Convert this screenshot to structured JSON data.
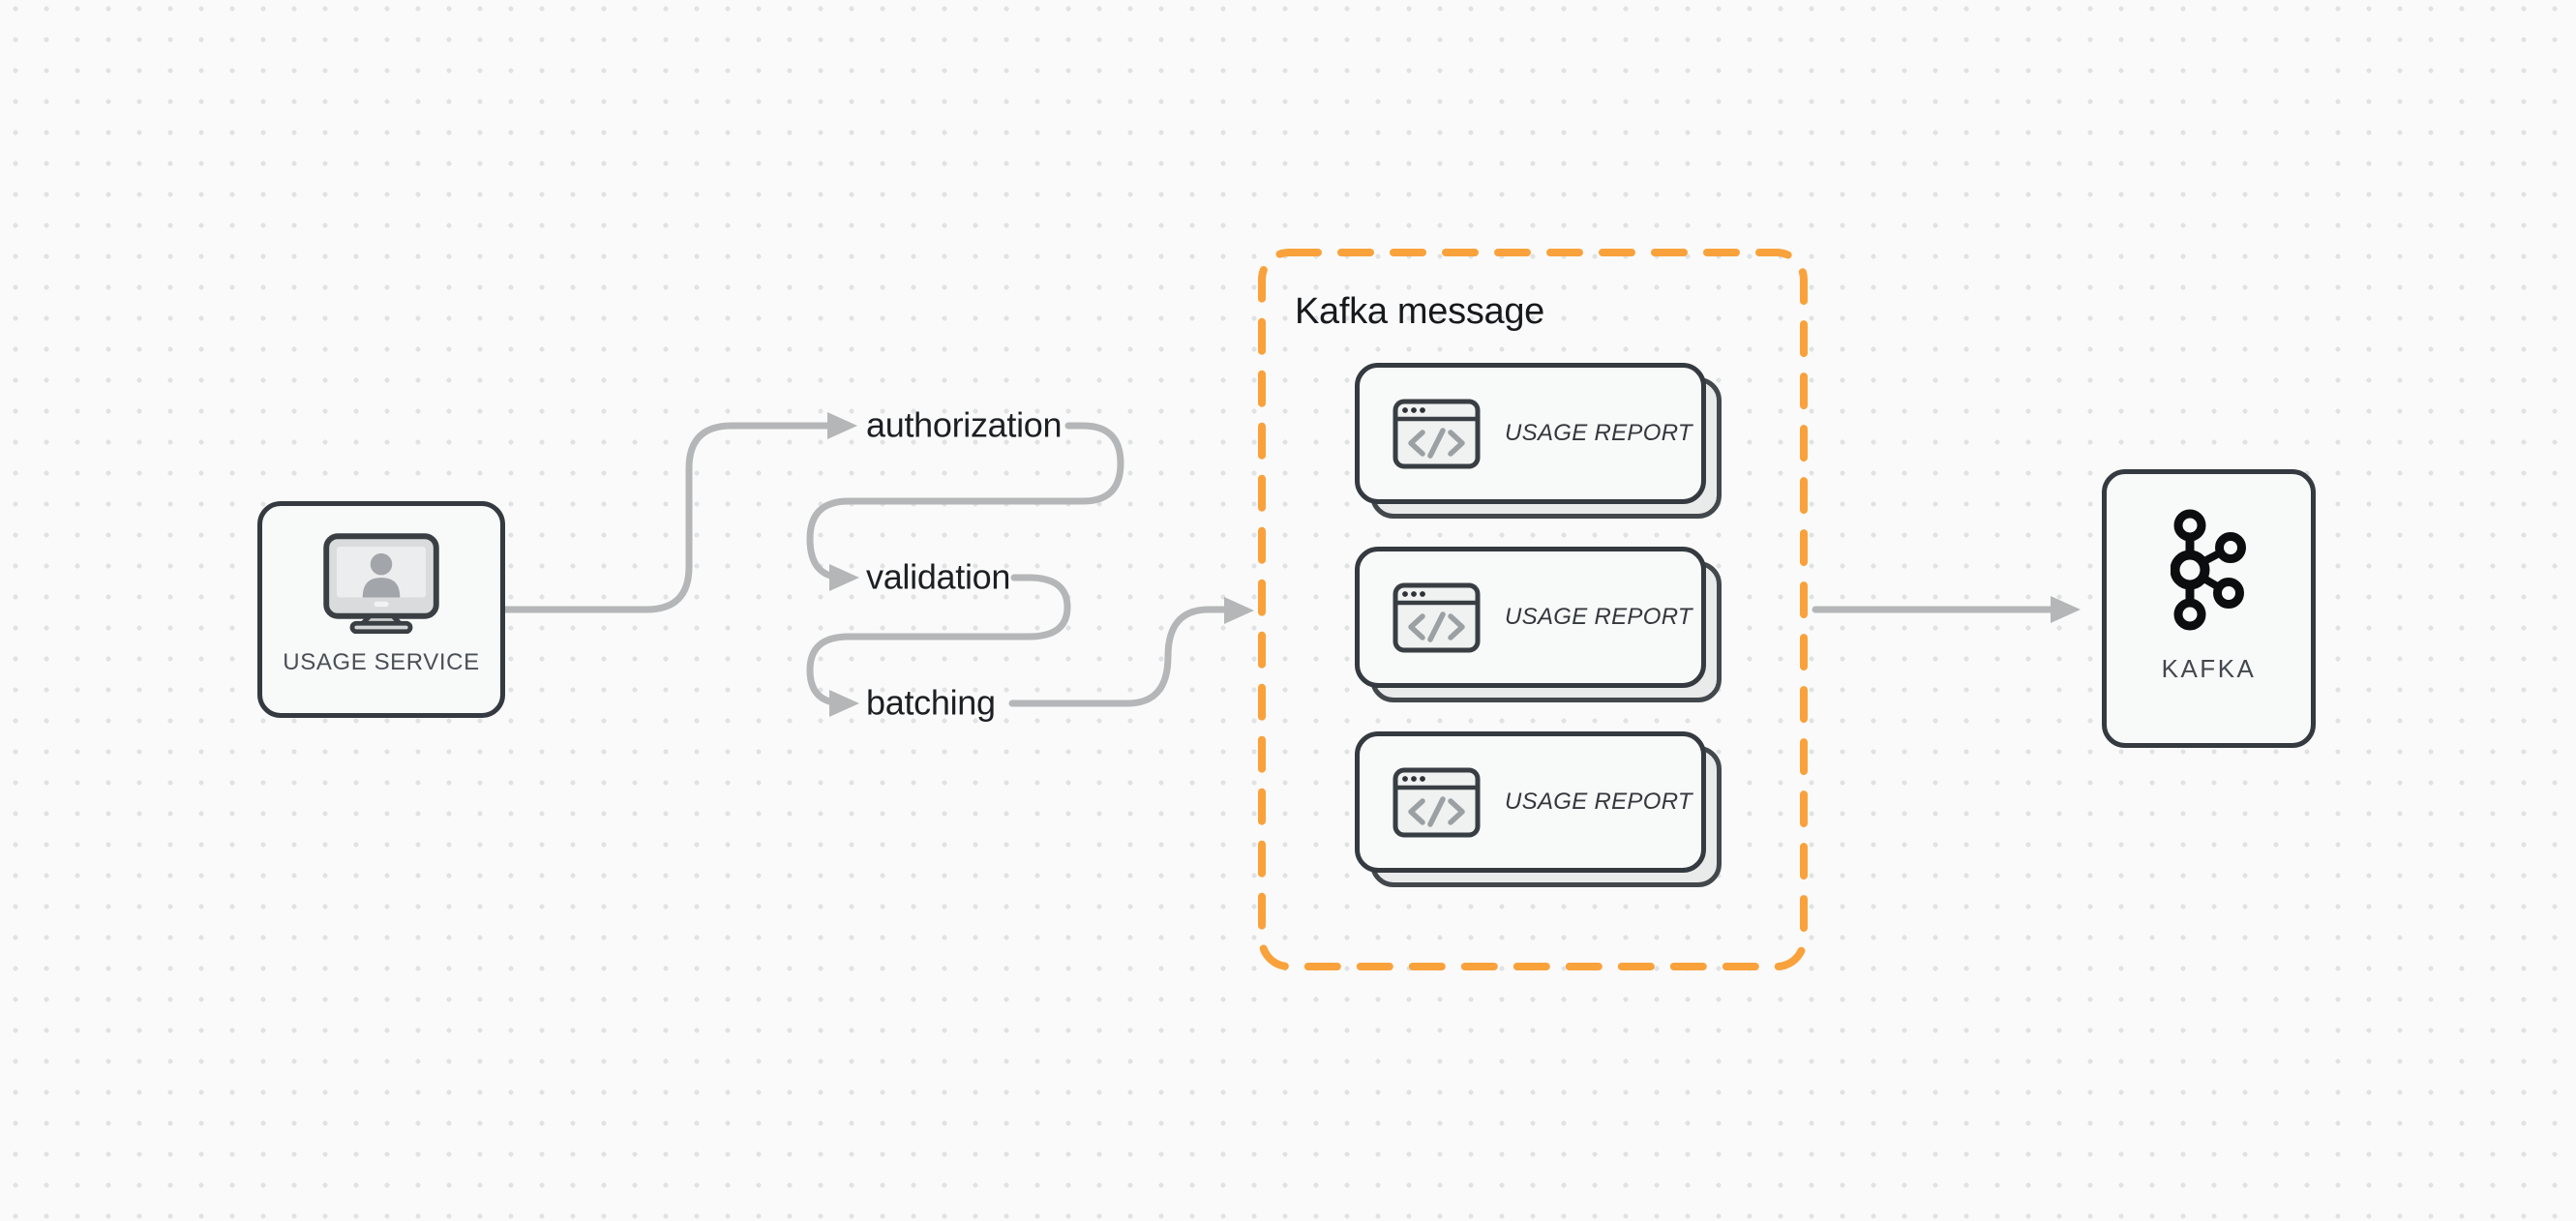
{
  "canvas": {
    "background": "#fafafa",
    "dot_color": "#e0e2e3"
  },
  "usage_service": {
    "label": "USAGE SERVICE",
    "icon": "monitor-user-icon"
  },
  "pipeline_steps": [
    {
      "label": "authorization"
    },
    {
      "label": "validation"
    },
    {
      "label": "batching"
    }
  ],
  "kafka_message_group": {
    "title": "Kafka message",
    "border_color": "#f9a23c",
    "cards": [
      {
        "label": "USAGE REPORT",
        "icon": "browser-code-icon"
      },
      {
        "label": "USAGE REPORT",
        "icon": "browser-code-icon"
      },
      {
        "label": "USAGE REPORT",
        "icon": "browser-code-icon"
      }
    ]
  },
  "kafka": {
    "label": "KAFKA",
    "icon": "kafka-icon"
  },
  "colors": {
    "arrow_gray": "#b4b6b7",
    "node_border": "#343a40",
    "node_fill": "#f8f9f9",
    "accent_orange": "#f9a23c"
  }
}
